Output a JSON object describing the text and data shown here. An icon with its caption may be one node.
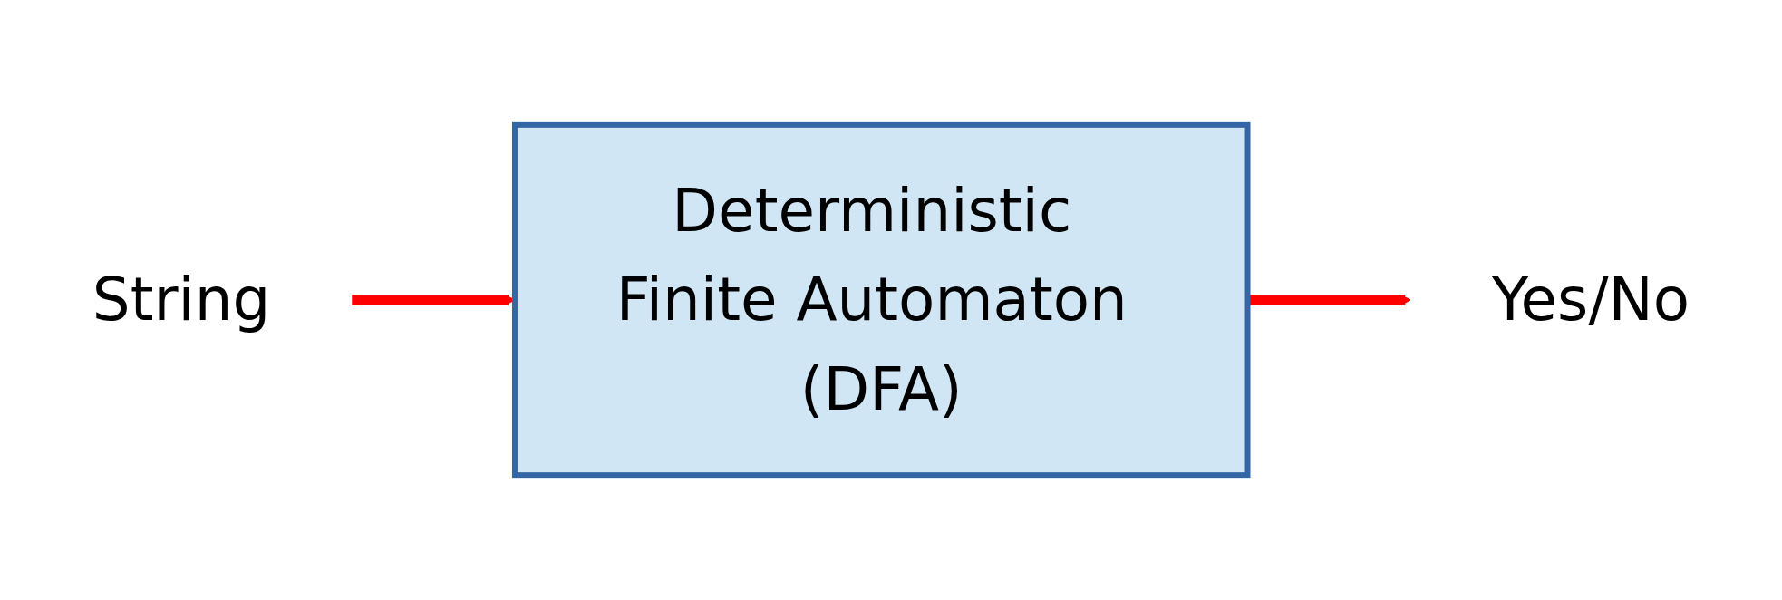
{
  "diagram": {
    "nodes": [
      {
        "text": [
          "String"
        ]
      },
      {
        "text": [
          "Deterministic Finite Automaton (DFA)"
        ]
      },
      {
        "text": [
          "Yes/No"
        ]
      }
    ],
    "edges": [
      {
        "from": 0,
        "to": 1,
        "arrow": "to",
        "color": "#ff0000"
      },
      {
        "from": 1,
        "to": 2,
        "arrow": "to",
        "color": "#ff0000"
      }
    ]
  }
}
